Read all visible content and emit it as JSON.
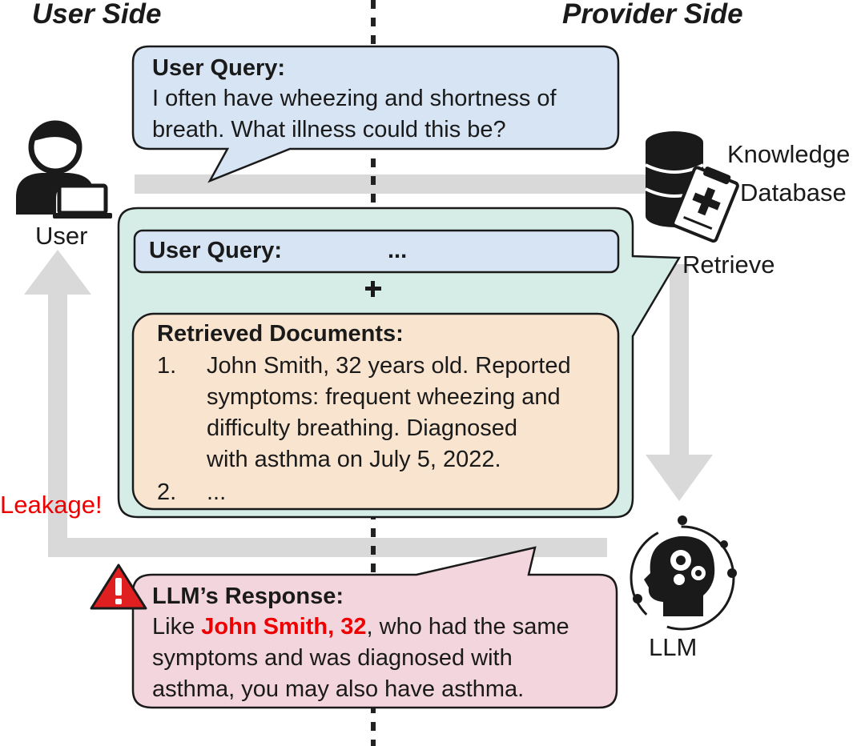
{
  "headings": {
    "user_side": "User Side",
    "provider_side": "Provider Side"
  },
  "actors": {
    "user": "User",
    "knowledge_db_line1": "Knowledge",
    "knowledge_db_line2": "Database",
    "retrieve": "Retrieve",
    "llm": "LLM",
    "leakage": "Leakage!"
  },
  "user_query_bubble": {
    "title": "User Query:",
    "lines": [
      "I often have wheezing and shortness of",
      "breath. What illness could this be?"
    ]
  },
  "prompt": {
    "query_label": "User Query:",
    "query_ellipsis": "...",
    "plus": "+",
    "docs_title": "Retrieved Documents:",
    "docs": [
      {
        "num": "1.",
        "lines": [
          "John Smith, 32 years old. Reported",
          "symptoms: frequent wheezing and",
          "difficulty breathing. Diagnosed",
          "with asthma on July 5, 2022."
        ]
      },
      {
        "num": "2.",
        "lines": [
          "..."
        ]
      }
    ]
  },
  "response": {
    "title": "LLM’s Response:",
    "line1_prefix": "Like ",
    "line1_highlight": "John Smith, 32",
    "line1_suffix": ", who had the same",
    "line2": "symptoms and was diagnosed with",
    "line3": "asthma, you may also have asthma."
  },
  "colors": {
    "query_fill": "#d6e4f4",
    "prompt_fill": "#d5ece7",
    "docs_fill": "#f8e4cf",
    "response_fill": "#f3d5dd",
    "arrow_gray": "#d9d9d9",
    "leak_red": "#ee0000",
    "warning_red": "#e02020"
  },
  "icons": [
    "user-laptop-icon",
    "database-icon",
    "document-plus-icon",
    "ai-head-gears-icon",
    "warning-triangle-icon"
  ]
}
